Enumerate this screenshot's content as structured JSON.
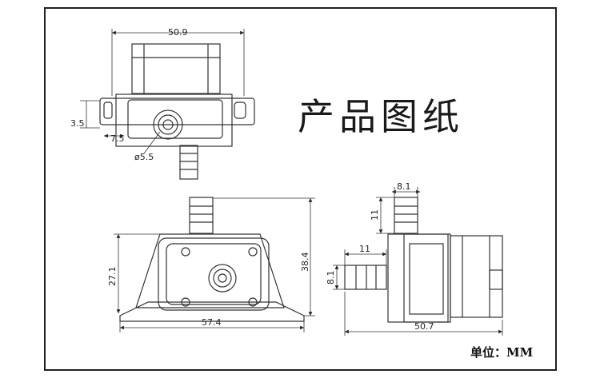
{
  "title": "产品图纸",
  "unit_label": "单位：MM",
  "dimensions": {
    "top_width": "50.9",
    "bracket_thickness": "3.5",
    "bracket_offset": "7.5",
    "inlet_diameter": "ø5.5",
    "front_width": "57.4",
    "front_height": "27.1",
    "total_height": "38.4",
    "side_length": "50.7",
    "outlet_width": "8.1",
    "outlet_length": "11",
    "inlet_length": "11",
    "inlet_width": "8.1"
  }
}
